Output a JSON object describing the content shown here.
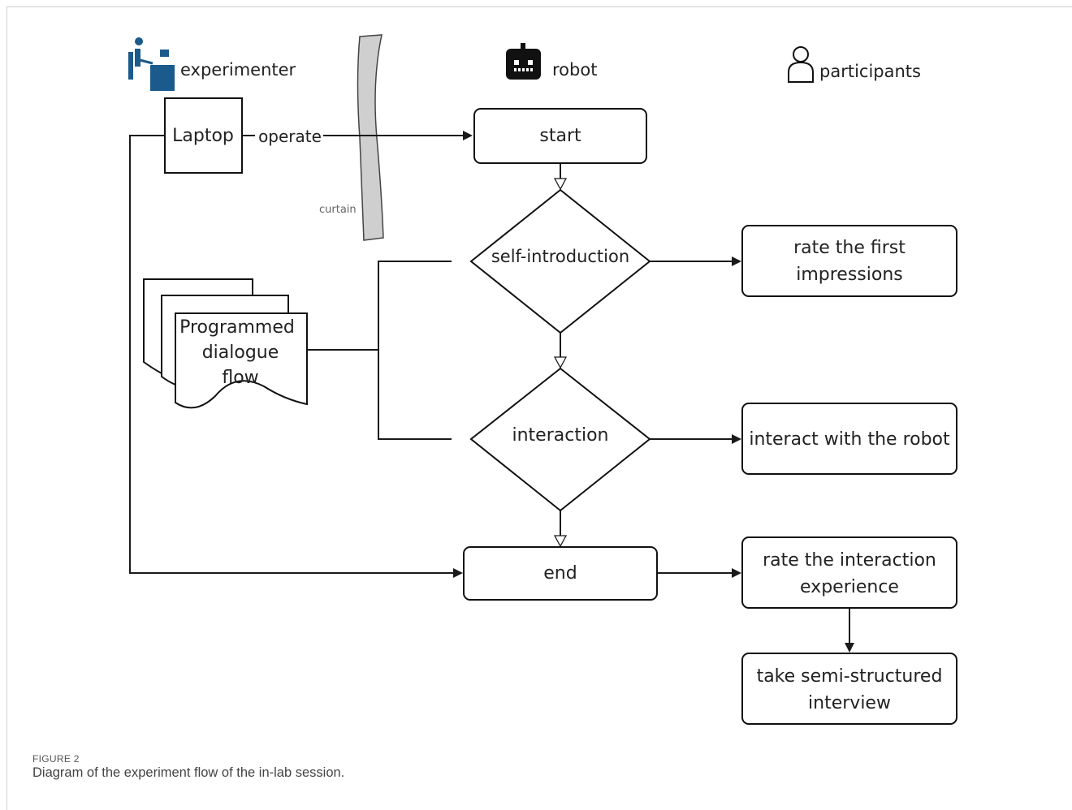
{
  "lanes": {
    "experimenter": "experimenter",
    "robot": "robot",
    "participants": "participants"
  },
  "nodes": {
    "laptop": "Laptop",
    "operate": "operate",
    "curtain": "curtain",
    "start": "start",
    "self_intro": "self-introduction",
    "interaction": "interaction",
    "end": "end",
    "dialogue": [
      "Programmed",
      "dialogue",
      "flow"
    ],
    "first_impressions": [
      "rate the first",
      "impressions"
    ],
    "interact_robot": "interact with the robot",
    "rate_experience": [
      "rate the interaction",
      "experience"
    ],
    "interview": [
      "take semi-structured",
      "interview"
    ]
  },
  "caption": {
    "label": "FIGURE 2",
    "text": "Diagram of the experiment flow of the in-lab session."
  },
  "colors": {
    "experimenter_icon": "#1a5a8c",
    "curtain_fill": "#cfcfcf",
    "line": "#1a1a1a"
  }
}
